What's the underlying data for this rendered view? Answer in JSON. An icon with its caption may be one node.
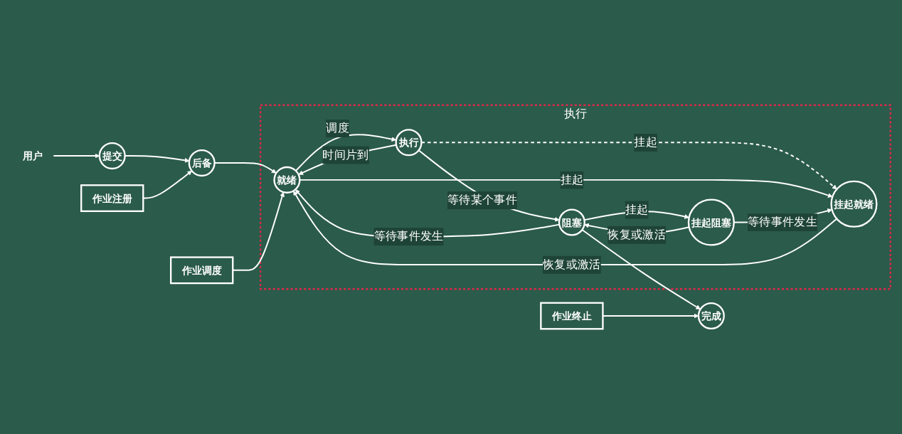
{
  "diagram": {
    "nodes": [
      {
        "text": [
          "用户"
        ]
      },
      {
        "text": [
          "提交"
        ]
      },
      {
        "text": [
          "作业注册"
        ]
      },
      {
        "text": [
          "后备"
        ]
      },
      {
        "text": [
          "作业调度"
        ]
      },
      {
        "text": [
          "执行"
        ]
      },
      {
        "text": [
          "执行"
        ],
        "in": 5
      },
      {
        "text": [
          "就绪"
        ],
        "in": 5
      },
      {
        "text": [
          "阻塞"
        ],
        "in": 5
      },
      {
        "text": [
          "挂起就绪"
        ],
        "in": 5
      },
      {
        "text": [
          "挂起阻塞"
        ],
        "in": 5
      },
      {
        "text": [
          "作业终止"
        ]
      },
      {
        "text": [
          "完成"
        ]
      }
    ],
    "edges": [
      {
        "from": 0,
        "to": 1,
        "arrow": "to"
      },
      {
        "from": 1,
        "to": 3,
        "arrow": "to"
      },
      {
        "from": 2,
        "to": 3,
        "arrow": "to"
      },
      {
        "from": 3,
        "to": 7,
        "arrow": "to"
      },
      {
        "from": 4,
        "to": 7,
        "arrow": "to"
      },
      {
        "from": 6,
        "to": 7,
        "arrow": "to",
        "label": "时间片到"
      },
      {
        "from": 7,
        "to": 6,
        "arrow": "to",
        "label": "调度"
      },
      {
        "from": 6,
        "to": 9,
        "arrow": "to",
        "label": "挂起",
        "style": "dashed"
      },
      {
        "from": 6,
        "to": 8,
        "arrow": "to",
        "label": "等待某个事件"
      },
      {
        "from": 8,
        "to": 7,
        "arrow": "to",
        "label": "等待事件发生"
      },
      {
        "from": 7,
        "to": 9,
        "arrow": "to",
        "label": "挂起"
      },
      {
        "from": 9,
        "to": 7,
        "arrow": "to",
        "label": "恢复或激活"
      },
      {
        "from": 8,
        "to": 10,
        "arrow": "to",
        "label": "挂起"
      },
      {
        "from": 10,
        "to": 8,
        "arrow": "to",
        "label": "恢复或激活"
      },
      {
        "from": 10,
        "to": 9,
        "arrow": "to",
        "label": "等待事件发生"
      },
      {
        "from": 8,
        "to": 12,
        "arrow": "to"
      },
      {
        "from": 11,
        "to": 12,
        "arrow": "to"
      }
    ]
  }
}
